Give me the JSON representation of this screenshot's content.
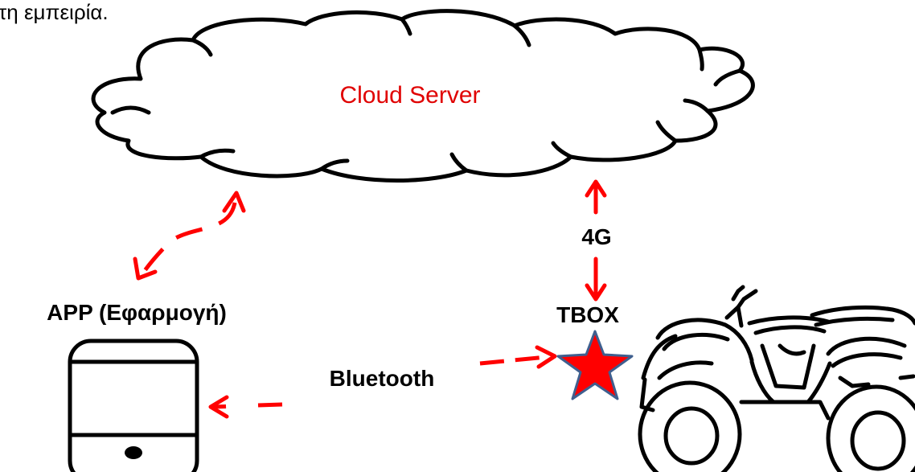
{
  "texts": {
    "top_fragment": "τη εμπειρία.",
    "cloud_label": "Cloud Server",
    "app_label": "APP (Εφαρμογή)",
    "tbox_label": "TBOX",
    "link_4g_label": "4G",
    "bluetooth_label": "Bluetooth"
  },
  "colors": {
    "arrow": "#ff0000",
    "cloud_text": "#e00000",
    "star_fill": "#ff0000",
    "star_stroke": "#3f5f8f",
    "outline": "#000000"
  },
  "icons": {
    "cloud": "cloud-icon",
    "device": "tablet-icon",
    "vehicle": "atv-icon",
    "tbox_marker": "star-icon"
  }
}
